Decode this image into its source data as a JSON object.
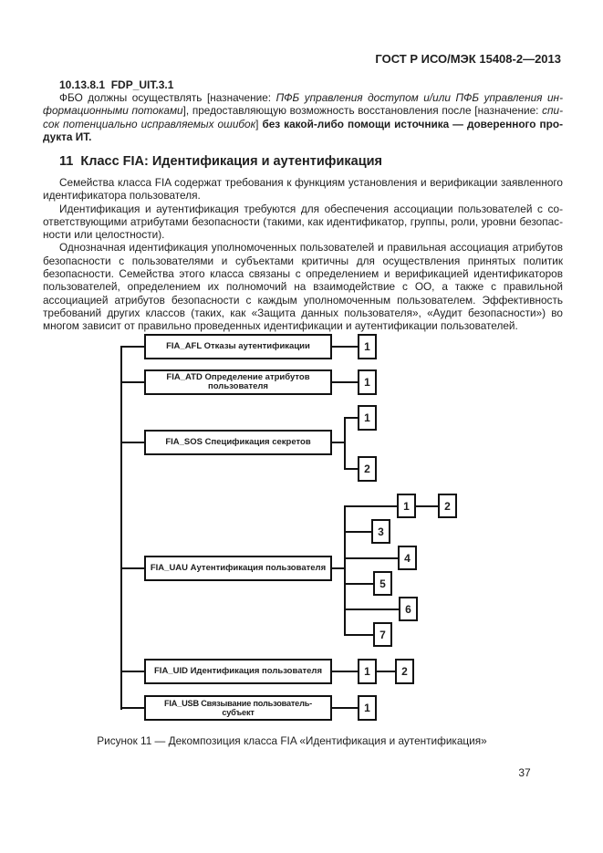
{
  "page": {
    "running_head": "ГОСТ Р ИСО/МЭК 15408-2—2013",
    "page_number": "37"
  },
  "section": {
    "heading": "10.13.8.1  FDP_UIT.3.1",
    "paragraph": {
      "seg1": "ФБО должны осуществлять [назначение: ",
      "seg2_italic": "ПФБ управления доступом и/или ПФБ управления ин­формационными потоками",
      "seg3": "], предоставляющую возможность восстановления после [назначение: ",
      "seg4_italic": "спи­сок потенциально исправляемых ошибок",
      "seg5": "] ",
      "seg6_bold": "без какой-либо помощи источника — доверенного про­дукта ИТ."
    }
  },
  "chapter": {
    "heading": "11  Класс FIA: Идентификация и аутентификация",
    "paragraphs": [
      "Семейства класса FIA содержат требования к функциям установления и верификации заявленно­го идентификатора пользователя.",
      "Идентификация и аутентификация требуются для обеспечения ассоциации пользователей с со­ответствующими атрибутами безопасности (такими, как идентификатор, группы, роли, уровни безопас­ности или целостности).",
      "Однозначная идентификация уполномоченных пользователей и правильная ассоциация атри­бутов безопасности с пользователями и субъектами критичны для осуществления принятых политик безопасности. Семейства этого класса связаны с определением и верификацией идентификаторов пользователей, определением их полномочий на взаимодействие с ОО, а также с правильной ассоциа­цией атрибутов безопасности с каждым уполномоченным пользователем. Эффективность требований других классов (таких, как «Защита данных пользователя», «Аудит безопасности») во многом зависит от правильно проведенных идентификации и аутентификации пользователей."
    ]
  },
  "diagram": {
    "caption": "Рисунок 11 — Декомпозиция класса FIA «Идентификация и аутентификация»",
    "families": [
      {
        "label": "FIA_AFL Отказы аутентификации",
        "components": [
          "1"
        ]
      },
      {
        "label": "FIA_ATD Определение атрибутов пользователя",
        "components": [
          "1"
        ]
      },
      {
        "label": "FIA_SOS Спецификация секретов",
        "components": [
          "1",
          "2"
        ]
      },
      {
        "label": "FIA_UAU Аутентификация пользователя",
        "components": [
          "1",
          "2",
          "3",
          "4",
          "5",
          "6",
          "7"
        ]
      },
      {
        "label": "FIA_UID Идентификация пользователя",
        "components": [
          "1",
          "2"
        ]
      },
      {
        "label": "FIA_USB Связывание пользователь-субъект",
        "components": [
          "1"
        ]
      }
    ]
  }
}
